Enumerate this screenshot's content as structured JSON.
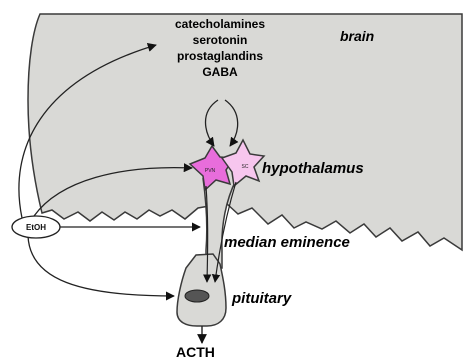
{
  "labels": {
    "neurotransmitters": [
      "catecholamines",
      "serotonin",
      "prostaglandins",
      "GABA"
    ],
    "brain": "brain",
    "hypothalamus": "hypothalamus",
    "median_eminence": "median eminence",
    "pituitary": "pituitary",
    "acth": "ACTH",
    "etoh": "EtOH",
    "neuron_left": "PVN",
    "neuron_right": "SC"
  },
  "colors": {
    "brain_fill": "#d9d9d6",
    "outline": "#3a3a3a",
    "neuron_left": "#e86ddb",
    "neuron_right": "#f7c6ee",
    "nucleus": "#555555"
  }
}
